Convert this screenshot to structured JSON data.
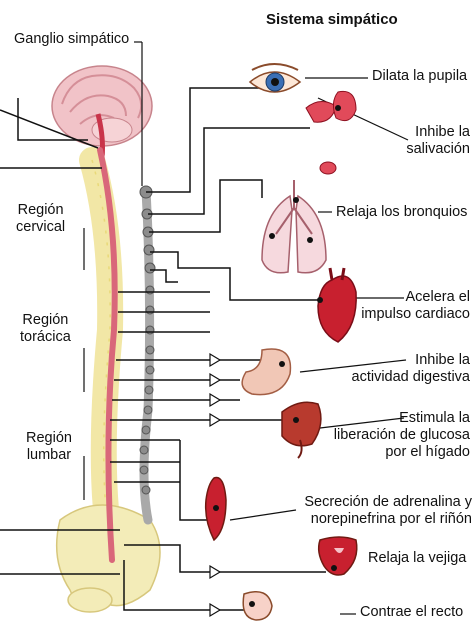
{
  "title": "Sistema simpático",
  "left_labels": {
    "ganglion": "Ganglio simpático",
    "cervical": [
      "Región",
      "cervical"
    ],
    "thoracic": [
      "Región",
      "torácica"
    ],
    "lumbar": [
      "Región",
      "lumbar"
    ]
  },
  "effects": [
    {
      "lines": [
        "Dilata la pupila"
      ],
      "organ": "eye"
    },
    {
      "lines": [
        "Inhibe la",
        "salivación"
      ],
      "organ": "salivary-glands"
    },
    {
      "lines": [
        "Relaja los bronquios"
      ],
      "organ": "lungs"
    },
    {
      "lines": [
        "Acelera el",
        "impulso cardiaco"
      ],
      "organ": "heart"
    },
    {
      "lines": [
        "Inhibe la",
        "actividad digestiva"
      ],
      "organ": "stomach"
    },
    {
      "lines": [
        "Estimula la",
        "liberación de glucosa",
        "por el hígado"
      ],
      "organ": "liver"
    },
    {
      "lines": [
        "Secreción de adrenalina y",
        "norepinefrina por el riñón"
      ],
      "organ": "kidney"
    },
    {
      "lines": [
        "Relaja la vejiga"
      ],
      "organ": "bladder"
    },
    {
      "lines": [
        "Contrae el recto"
      ],
      "organ": "rectum"
    }
  ],
  "colors": {
    "nerve": "#d9677a",
    "spine": "#f2e7a6",
    "ganglion_chain": "#a9a9a9",
    "organ_red": "#c8202f",
    "line": "#111111"
  }
}
